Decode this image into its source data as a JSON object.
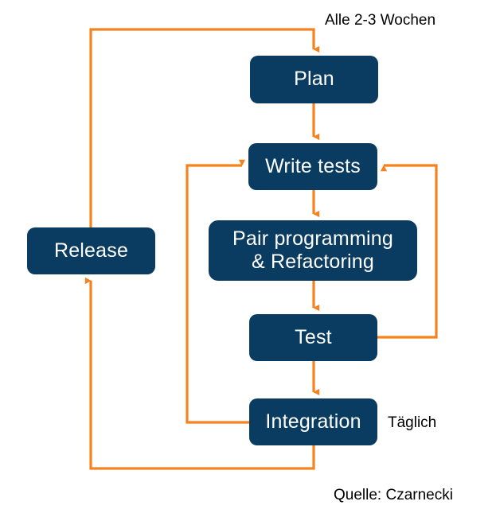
{
  "diagram": {
    "title_text": "Alle 2-3 Wochen",
    "accent_color": "#F5821F",
    "node_color": "#0A3C61",
    "node_text_color": "#FFFFFF",
    "annotation_text_color": "#000000",
    "background_color": "#FFFFFF",
    "nodes": [
      {
        "id": "plan",
        "label": "Plan"
      },
      {
        "id": "write-tests",
        "label": "Write tests"
      },
      {
        "id": "pair",
        "label": "Pair programming\n& Refactoring"
      },
      {
        "id": "test",
        "label": "Test"
      },
      {
        "id": "integration",
        "label": "Integration"
      },
      {
        "id": "release",
        "label": "Release"
      }
    ],
    "annotations": [
      {
        "id": "cadence",
        "text": "Alle 2-3 Wochen"
      },
      {
        "id": "daily",
        "text": "Täglich"
      },
      {
        "id": "source",
        "text": "Quelle: Czarnecki"
      }
    ],
    "connectors": [
      {
        "id": "plan-to-write-tests",
        "from": "plan",
        "to": "write-tests"
      },
      {
        "id": "write-tests-to-pair",
        "from": "write-tests",
        "to": "pair"
      },
      {
        "id": "pair-to-test",
        "from": "pair",
        "to": "test"
      },
      {
        "id": "test-to-integration",
        "from": "test",
        "to": "integration"
      },
      {
        "id": "test-to-write-tests-loop",
        "from": "test",
        "to": "write-tests"
      },
      {
        "id": "integration-to-write-tests-loop",
        "from": "integration",
        "to": "write-tests"
      },
      {
        "id": "integration-to-release",
        "from": "integration",
        "to": "release"
      },
      {
        "id": "release-to-plan",
        "from": "release",
        "to": "plan"
      }
    ]
  }
}
